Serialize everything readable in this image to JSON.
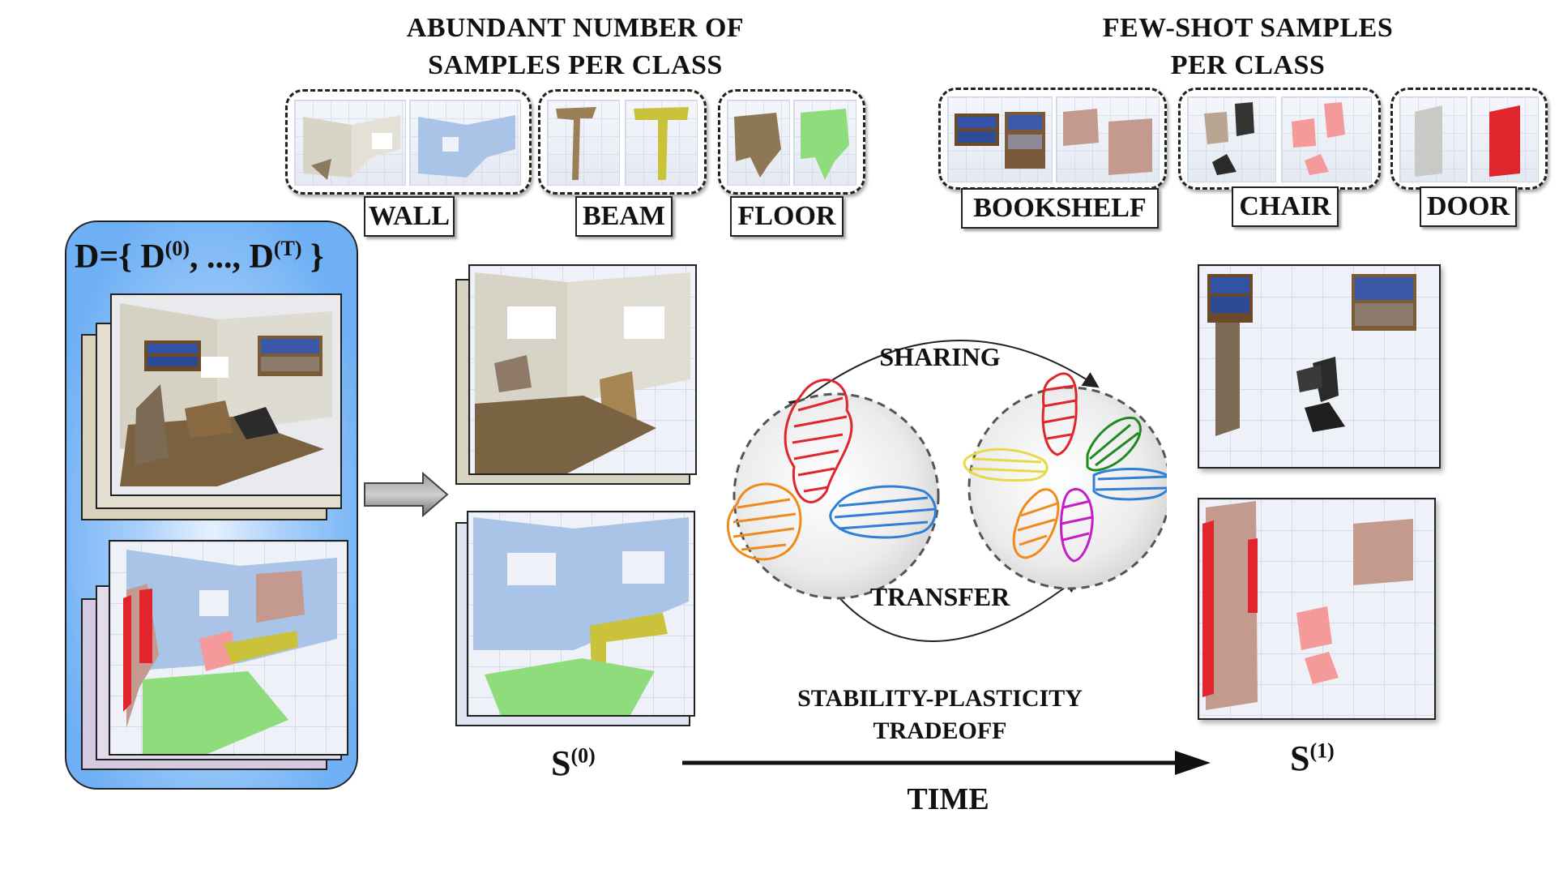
{
  "headings": {
    "abundant_line1": "ABUNDANT NUMBER OF",
    "abundant_line2": "SAMPLES PER CLASS",
    "fewshot_line1": "FEW-SHOT SAMPLES",
    "fewshot_line2": "PER CLASS"
  },
  "base_classes": [
    "WALL",
    "BEAM",
    "FLOOR"
  ],
  "novel_classes": [
    "BOOKSHELF",
    "CHAIR",
    "DOOR"
  ],
  "dataset_label": {
    "prefix": "D={ D",
    "sup0": "(0)",
    "mid": ", ..., D",
    "supT": "(T)",
    "suffix": " }"
  },
  "session0": {
    "base": "S",
    "sup": "(0)"
  },
  "session1": {
    "base": "S",
    "sup": "(1)"
  },
  "arrows": {
    "sharing": "SHARING",
    "transfer": "TRANSFER"
  },
  "tradeoff": {
    "line1": "STABILITY-PLASTICITY",
    "line2": "TRADEOFF"
  },
  "time_label": "TIME",
  "colors": {
    "wall": "#a9c4e6",
    "beam": "#c9c23a",
    "floor": "#8fdc7d",
    "bookshelf": "#c49a8e",
    "chair": "#f49a9a",
    "door": "#e0262c",
    "dataset_panel": "#7fb8f5"
  }
}
